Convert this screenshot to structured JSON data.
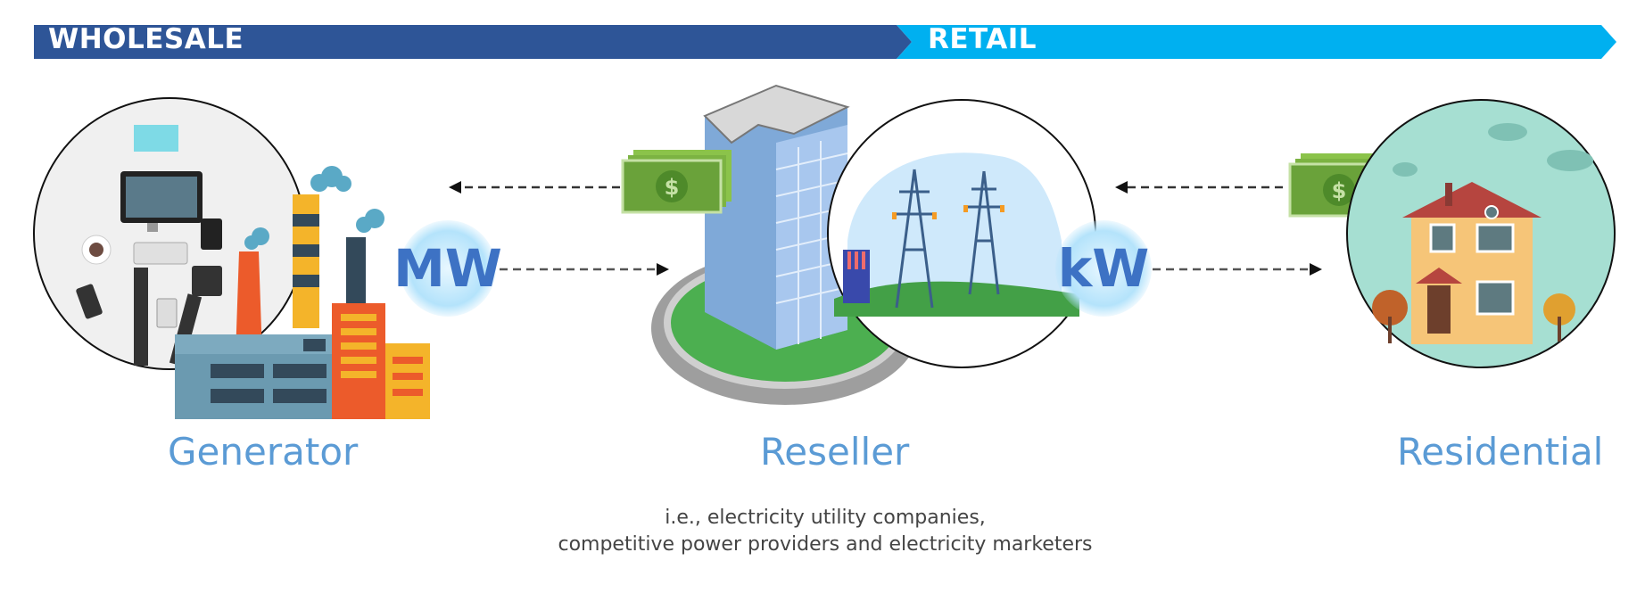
{
  "banner": {
    "wholesale_label": "WHOLESALE",
    "retail_label": "RETAIL",
    "wholesale_color": "#2e5597",
    "retail_color": "#00b0f0"
  },
  "nodes": {
    "generator_label": "Generator",
    "reseller_label": "Reseller",
    "residential_label": "Residential",
    "reseller_note_line1": "i.e., electricity utility companies,",
    "reseller_note_line2": "competitive power providers and electricity marketers"
  },
  "units": {
    "wholesale_unit": "MW",
    "retail_unit": "kW"
  },
  "icons": {
    "money": "dollar-bill-stack-icon",
    "office": "office-tower-icon",
    "factory": "factory-icon",
    "workspace": "workspace-desk-icon",
    "pylons": "power-pylons-icon",
    "house": "house-icon"
  },
  "colors": {
    "label_blue": "#5b9bd5",
    "unit_blue": "#3d72c4",
    "money_green": "#7cb342"
  }
}
